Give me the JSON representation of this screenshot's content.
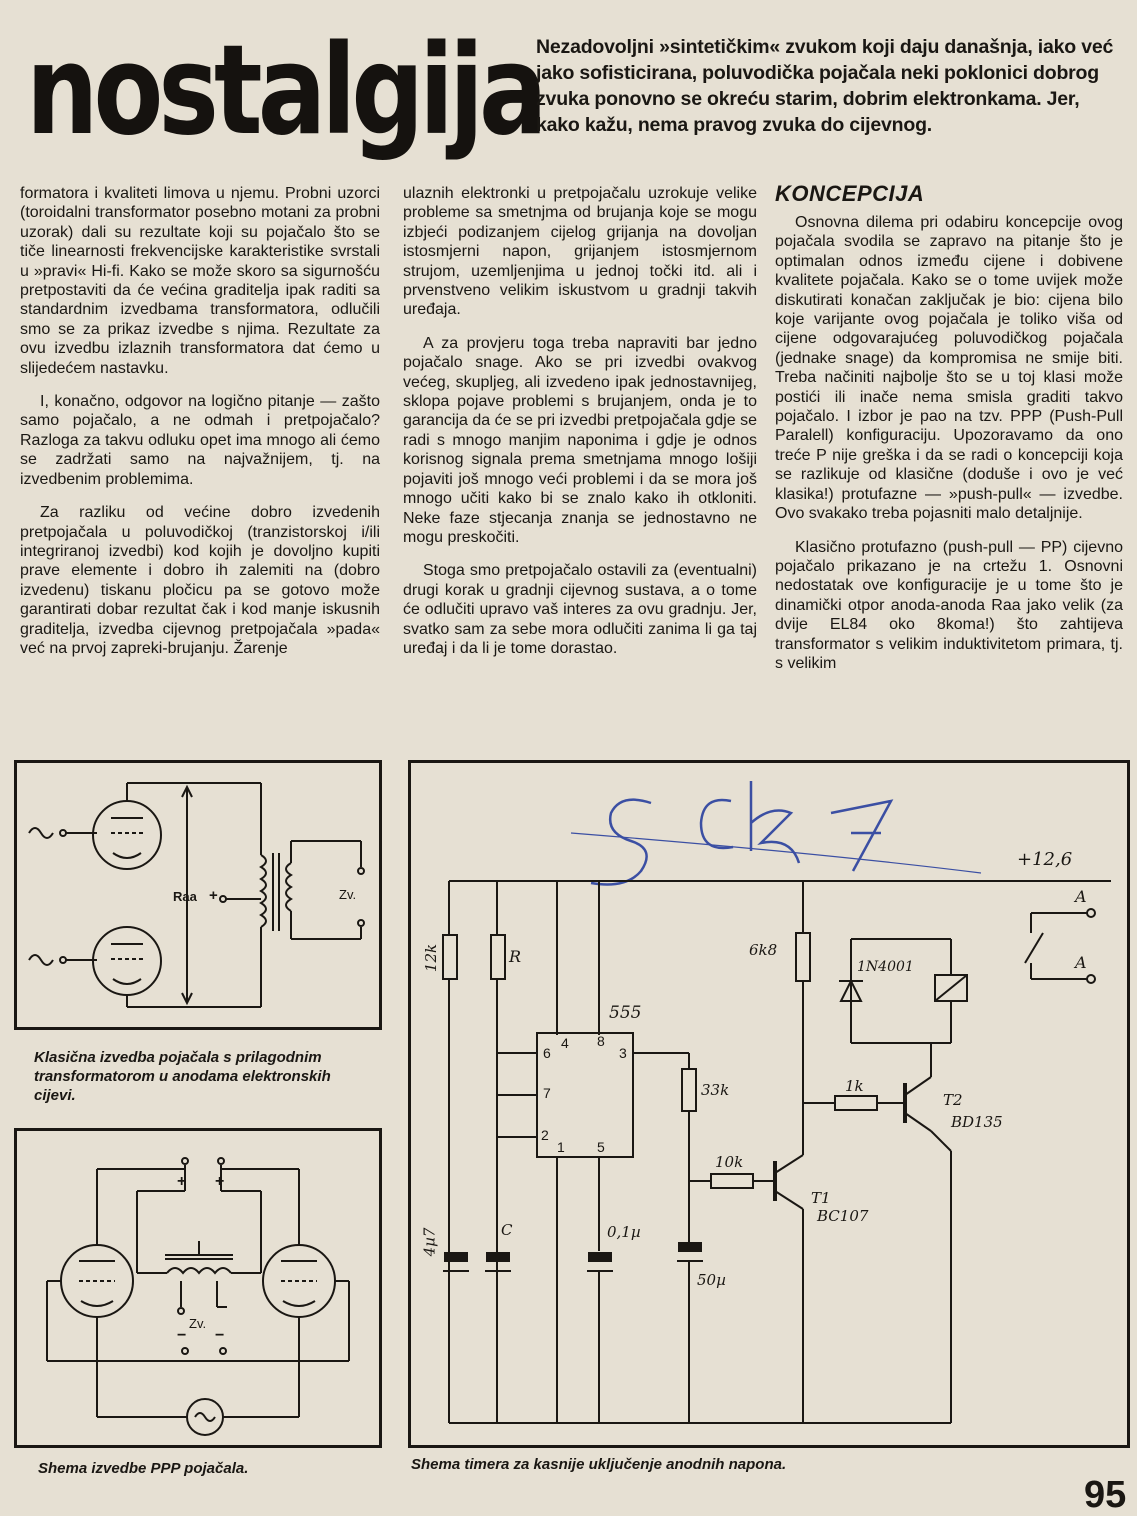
{
  "logo": {
    "text": "nostalgija"
  },
  "lead": "Nezadovoljni »sintetičkim« zvukom koji daju današnja, iako već jako sofisticirana, poluvodička pojačala neki poklonici dobrog zvuka ponovno se okreću starim, dobrim elektronkama. Jer, kako kažu, nema pravog zvuka do cijevnog.",
  "col1": [
    "formatora i kvaliteti limova u njemu. Probni uzorci (toroidalni transformator posebno motani za probni uzorak) dali su rezultate koji su pojačalo što se tiče linearnosti frekvencijske karakteristike svrstali u »pravi« Hi-fi. Kako se može skoro sa sigurnošću pretpostaviti da će većina graditelja ipak raditi sa standardnim izvedbama transformatora, odlučili smo se za prikaz izvedbe s njima. Rezultate za ovu izvedbu izlaznih transformatora dat ćemo u slijedećem nastavku.",
    "I, konačno, odgovor na logično pitanje — zašto samo pojačalo, a ne odmah i pretpojačalo? Razloga za takvu odluku opet ima mnogo ali ćemo se zadržati samo na najvažnijem, tj. na izvedbenim problemima.",
    "Za razliku od većine dobro izvedenih pretpojačala u poluvodičkoj (tranzistorskoj i/ili integriranoj izvedbi) kod kojih je dovoljno kupiti prave elemente i dobro ih zalemiti na (dobro izvedenu) tiskanu pločicu pa se gotovo može garantirati dobar rezultat čak i kod manje iskusnih graditelja, izvedba cijevnog pretpojačala »pada« već na prvoj zapreki-brujanju. Žarenje"
  ],
  "col2": [
    "ulaznih elektronki u pretpojačalu uzrokuje velike probleme sa smetnjma od brujanja koje se mogu izbjeći podizanjem cijelog grijanja na dovoljan istosmjerni napon, grijanjem istosmjernom strujom, uzemljenjima u jednoj točki itd. ali i prvenstveno velikim iskustvom u gradnji takvih uređaja.",
    "A za provjeru toga treba napraviti bar jedno pojačalo snage. Ako se pri izvedbi ovakvog većeg, skupljeg, ali izvedeno ipak jednostavnijeg, sklopa pojave problemi s brujanjem, onda je to garancija da će se pri izvedbi pretpojačala gdje se radi s mnogo manjim naponima i gdje je odnos korisnog signala prema smetnjama mnogo lošiji pojaviti još mnogo veći problemi i da se mora još mnogo učiti kako bi se znalo kako ih otkloniti. Neke faze stjecanja znanja se jednostavno ne mogu preskočiti.",
    "Stoga smo pretpojačalo ostavili za (eventualni) drugi korak u gradnji cijevnog sustava, a o tome će odlučiti upravo vaš interes za ovu gradnju. Jer, svatko sam za sebe mora odlučiti zanima li ga taj uređaj i da li je tome dorastao."
  ],
  "col3": {
    "heading": "KONCEPCIJA",
    "paragraphs": [
      "Osnovna dilema pri odabiru koncepcije ovog pojačala svodila se zapravo na pitanje što je optimalan odnos između cijene i dobivene kvalitete pojačala. Kako se o tome uvijek može diskutirati konačan zaključak je bio: cijena bilo koje varijante ovog pojačala je toliko viša od cijene odgovarajućeg poluvodičkog pojačala (jednake snage) da kompromisa ne smije biti. Treba načiniti najbolje što se u toj klasi može postići ili inače nema smisla graditi takvo pojačalo. I izbor je pao na tzv. PPP (Push-Pull Paralell) konfiguraciju. Upozoravamo da ono treće P nije greška i da se radi o koncepciji koja se razlikuje od klasične (doduše i ovo je već klasika!) protufazne — »push-pull« — izvedbe. Ovo svakako treba pojasniti malo detaljnije.",
      "Klasično protufazno (push-pull — PP) cijevno pojačalo prikazano je na crtežu 1. Osnovni nedostatak ove konfiguracije je u tome što je dinamički otpor anoda-anoda Raa jako velik (za dvije EL84 oko 8koma!) što zahtijeva transformator s velikim induktivitetom primara, tj. s velikim"
    ]
  },
  "fig1": {
    "caption": "Klasična izvedba pojačala s prilagodnim transformatorom u anodama elektronskih cijevi.",
    "label_raa": "Raa",
    "label_plus": "+",
    "label_zv": "Zv."
  },
  "fig2": {
    "caption": "Shema izvedbe PPP pojačala.",
    "label_zv": "Zv.",
    "plus": "+",
    "minus": "−"
  },
  "fig3": {
    "caption": "Shema timera za kasnije uključenje anodnih napona.",
    "handwriting": "Sch 7",
    "supply": "+12,6",
    "r1": "12k",
    "r2": "R",
    "ic": "555",
    "pin4": "4",
    "pin8": "8",
    "pin6": "6",
    "pin3": "3",
    "pin7": "7",
    "pin2": "2",
    "pin1": "1",
    "pin5": "5",
    "r3": "33k",
    "r4": "10k",
    "r5": "6k8",
    "r6": "1k",
    "diode": "1N4001",
    "t1": "T1",
    "t1type": "BC107",
    "t2": "T2",
    "t2type": "BD135",
    "c1": "4µ7",
    "c2": "C",
    "c3": "0,1µ",
    "c4": "50µ",
    "contactA1": "A",
    "contactA2": "A"
  },
  "page_number": "95"
}
